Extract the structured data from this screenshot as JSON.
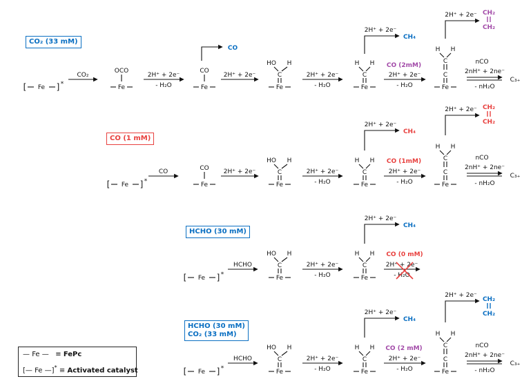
{
  "colors": {
    "blue": "#0a6fc2",
    "red": "#e8403e",
    "purple": "#a24aa8",
    "black": "#111111"
  },
  "labels": {
    "co2_box": "CO₂ (33 mM)",
    "co_box": "CO (1 mM)",
    "hcho_box": "HCHO (30 mM)",
    "mixed_box_line1": "HCHO (30 mM)",
    "mixed_box_line2": "CO₂ (33 mM)"
  },
  "common": {
    "fe": "Fe",
    "catalyst_star": "*",
    "reduction_2e": "2H⁺ + 2e⁻",
    "minus_water": "- H₂O",
    "n_co": "nCO",
    "n_reduction": "2nH⁺ + 2ne⁻",
    "minus_n_water": "- nH₂O",
    "c3_plus": "C₃₊",
    "co_product": "CO",
    "ch4_product": "CH₄",
    "ch2": "CH₂",
    "oco": "OCO",
    "co_ligand": "CO",
    "ho": "HO",
    "h": "H",
    "c": "C"
  },
  "rows": [
    {
      "reagent": "CO₂",
      "co_condition": "CO (2mM)"
    },
    {
      "reagent": "CO",
      "co_condition": "CO (1mM)"
    },
    {
      "reagent": "HCHO",
      "co_condition": "CO (0 mM)"
    },
    {
      "reagent": "HCHO",
      "co_condition": "CO (2 mM)"
    }
  ],
  "legend": {
    "line1_text": "FePc",
    "line2_text": "Activated catalyst",
    "equiv": "≡"
  }
}
